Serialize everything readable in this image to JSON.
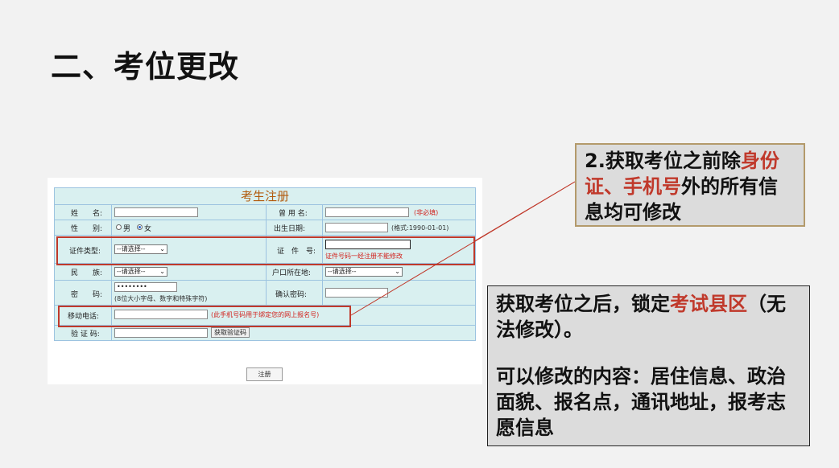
{
  "slide": {
    "title": "二、考位更改"
  },
  "form": {
    "header": "考生注册",
    "rows": {
      "name": {
        "label": "姓　　名:",
        "alias_label": "曾 用 名:",
        "alias_note": "(非必填)"
      },
      "gender": {
        "label": "性　　别:",
        "male": "男",
        "female": "女",
        "birth_label": "出生日期:",
        "birth_hint": "(格式:1990-01-01)"
      },
      "id": {
        "label": "证件类型:",
        "select": "--请选择--",
        "number_label": "证　件　号:",
        "number_note": "证件号码一经注册不能修改"
      },
      "ethnic": {
        "label": "民　　族:",
        "select": "--请选择--",
        "hukou_label": "户口所在地:",
        "hukou_select": "--请选择--"
      },
      "password": {
        "label": "密　　码:",
        "value": "••••••••",
        "hint": "(8位大小字母、数字和特殊字符)",
        "confirm_label": "确认密码:"
      },
      "mobile": {
        "label": "移动电话:",
        "note": "(此手机号码用于绑定您的网上报名号)"
      },
      "captcha": {
        "label": "验 证 码:",
        "button": "获取验证码"
      }
    },
    "submit": "注册"
  },
  "callouts": {
    "top": {
      "prefix": "2.获取考位之前除",
      "highlight": "身份证、手机号",
      "suffix": "外的所有信息均可修改"
    },
    "bottom": {
      "line1_prefix": "获取考位之后，锁定",
      "line1_highlight": "考试县区",
      "line1_suffix": "（无法修改）。",
      "line2": "可以修改的内容：居住信息、政治面貌、报名点，通讯地址，报考志愿信息"
    }
  },
  "colors": {
    "accent_red": "#c0392b",
    "form_bg": "#d9f0f0",
    "form_border": "#9cc3e0",
    "header_text": "#b25b0e",
    "callout_bg": "#dcdcdc"
  },
  "icons": {
    "select_arrow": "chevron-down-icon"
  }
}
